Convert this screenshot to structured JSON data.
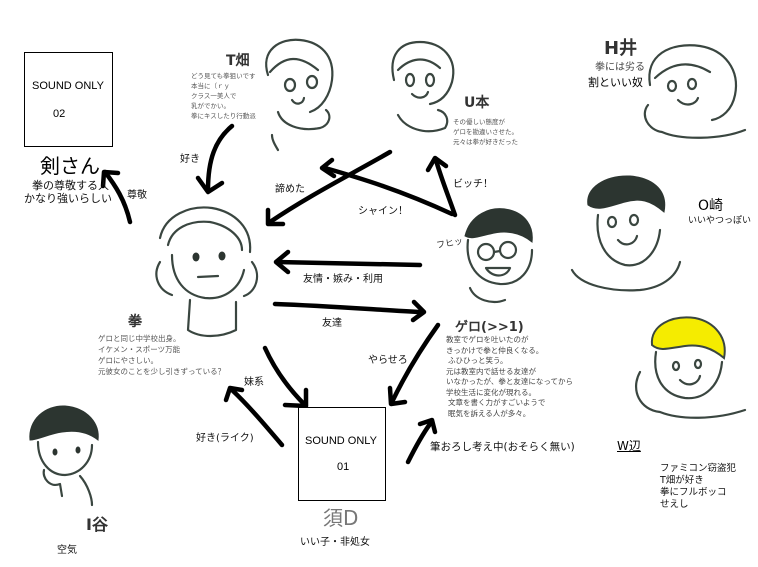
{
  "diagram": {
    "type": "character-relationship-chart",
    "placeholders": [
      {
        "id": "kensan",
        "line1": "SOUND ONLY",
        "line2": "02"
      },
      {
        "id": "suD",
        "line1": "SOUND ONLY",
        "line2": "01"
      }
    ],
    "characters": {
      "kensan": {
        "name": "剣さん",
        "desc": [
          "拳の尊敬する人",
          "かなり強いらしい"
        ]
      },
      "thata": {
        "name": "T畑",
        "desc": [
          "どう見ても拳狙いです",
          "本当に（ｒｙ",
          "クラス一美人で",
          "乳がでかい。",
          "拳にキスしたり行動派"
        ]
      },
      "umoto": {
        "name": "U本",
        "desc": [
          "その優しい態度が",
          "ゲロを勘違いさせた。",
          "元々は拳が好きだった"
        ]
      },
      "hi": {
        "name": "H井",
        "desc": [
          "拳には劣る",
          "割といい奴"
        ]
      },
      "osaki": {
        "name": "O崎",
        "desc": [
          "いいやつっぽい"
        ]
      },
      "ken": {
        "name": "拳",
        "desc": [
          "ゲロと同じ中学校出身。",
          "イケメン・スポーツ万能",
          "ゲロにやさしい。",
          "元彼女のことを少し引きずっている？"
        ]
      },
      "gero": {
        "name": "ゲロ(>>1)",
        "desc": [
          "教室でゲロを吐いたのが",
          "きっかけで拳と仲良くなる。",
          "ふひひっと笑う。",
          "元は教室内で話せる友達が",
          "いなかったが、拳と友達になってから",
          "学校生活に変化が現れる。",
          "文章を書く力がすごいようで",
          "眠気を訴える人が多々。"
        ],
        "sfx": "フヒッ"
      },
      "suD": {
        "name": "須D",
        "desc": [
          "いい子・非処女"
        ]
      },
      "itani": {
        "name": "I谷",
        "desc": [
          "空気"
        ]
      },
      "watanabe": {
        "name": "W辺",
        "desc": [
          "ファミコン窃盗犯",
          "T畑が好き",
          "拳にフルボッコ",
          "せえし"
        ],
        "hair_color": "#f5ec00"
      }
    },
    "relations": [
      {
        "from": "thata",
        "to": "ken",
        "label": "好き"
      },
      {
        "from": "ken",
        "to": "kensan",
        "label": "尊敬"
      },
      {
        "from": "umoto",
        "to": "ken",
        "label": "諦めた"
      },
      {
        "from": "gero",
        "to": "thata",
        "label": "シャイン！"
      },
      {
        "from": "gero",
        "to": "umoto",
        "label": "ビッチ！"
      },
      {
        "from": "gero",
        "to": "ken",
        "label": "友情・嫉み・利用"
      },
      {
        "from": "ken",
        "to": "gero",
        "label": "友達"
      },
      {
        "from": "gero",
        "to": "suD",
        "label": "やらせろ"
      },
      {
        "from": "ken",
        "to": "suD",
        "label": "妹系"
      },
      {
        "from": "suD",
        "to": "ken",
        "label": "好き(ライク)"
      },
      {
        "from": "suD",
        "to": "gero",
        "label": "筆おろし考え中(おそらく無い)"
      }
    ]
  }
}
